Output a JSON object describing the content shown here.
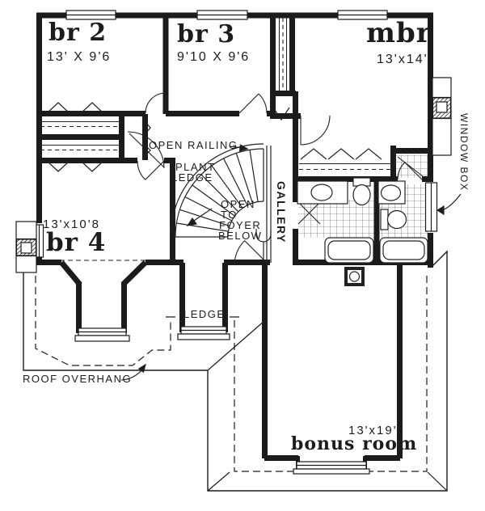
{
  "rooms": {
    "br2": {
      "name": "br 2",
      "dims": "13' X 9'6"
    },
    "br3": {
      "name": "br 3",
      "dims": "9'10 X 9'6"
    },
    "mbr": {
      "name": "mbr",
      "dims": "13'x14'"
    },
    "br4": {
      "name": "br 4",
      "dims": "13'x10'8"
    },
    "bonus": {
      "name": "bonus room",
      "dims": "13'x19'"
    }
  },
  "annotations": {
    "open_railing": "OPEN RAILING",
    "plant_ledge_1": "PLANT",
    "plant_ledge_2": "LEDGE",
    "open_foyer_1": "OPEN",
    "open_foyer_2": "TO",
    "open_foyer_3": "FOYER",
    "open_foyer_4": "BELOW",
    "gallery": "GALLERY",
    "window_box": "WINDOW BOX",
    "ledge": "LEDGE",
    "roof_overhang": "ROOF OVERHANG"
  },
  "colors": {
    "ink": "#1c1c1c",
    "paper": "#ffffff"
  }
}
